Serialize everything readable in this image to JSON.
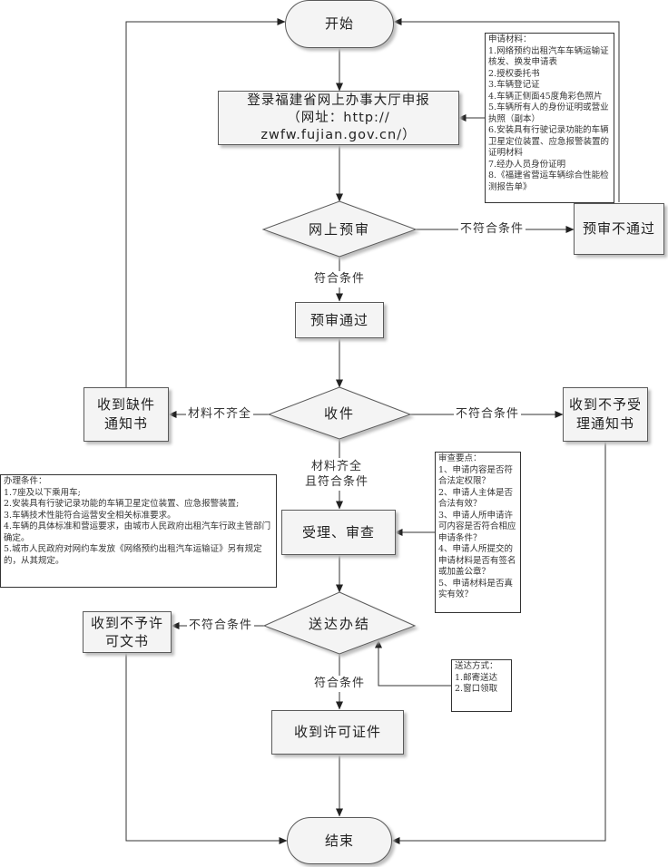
{
  "nodes": {
    "start": "开始",
    "login": [
      "登录福建省网上办事大厅申报",
      "（网址：http://",
      "zwfw.fujian.gov.cn/）"
    ],
    "online_review": "网上预审",
    "prereview_fail": "预审不通过",
    "prereview_pass": "预审通过",
    "receive": "收件",
    "missing_notice": [
      "收到缺件",
      "通知书"
    ],
    "reject_notice": [
      "收到不予受",
      "理通知书"
    ],
    "accept_review": "受理、审查",
    "deliver": "送达办结",
    "deny_doc": [
      "收到不予许",
      "可文书"
    ],
    "license": "收到许可证件",
    "end": "结束"
  },
  "labels": {
    "not_met_1": "不符合条件",
    "met_1": "符合条件",
    "incomplete": "材料不齐全",
    "not_met_2": "不符合条件",
    "complete_met": [
      "材料齐全",
      "且符合条件"
    ],
    "not_met_3": "不符合条件",
    "met_2": "符合条件"
  },
  "notes": {
    "materials": [
      "申请材料：",
      "1.网络预约出租汽车车辆运输证核发、换发申请表",
      "2.授权委托书",
      "3.车辆登记证",
      "4.车辆正侧面45度角彩色照片",
      "5.车辆所有人的身份证明或营业执照（副本）",
      "6.安装具有行驶记录功能的车辆卫星定位装置、应急报警装置的证明材料",
      "7.经办人员身份证明",
      "8.《福建省营运车辆综合性能检测报告单》"
    ],
    "conditions": [
      "办理条件：",
      "1.7座及以下乘用车;",
      "2.安装具有行驶记录功能的车辆卫星定位装置、应急报警装置;",
      "3.车辆技术性能符合运营安全相关标准要求。",
      "4.车辆的具体标准和营运要求，由城市人民政府出租汽车行政主管部门确定。",
      "5.城市人民政府对网约车发放《网络预约出租汽车运输证》另有规定的，从其规定。"
    ],
    "review_points": [
      "审查要点：",
      "1、申请内容是否符合法定权限？",
      "2、申请人主体是否合法有效？",
      "3、申请人所申请许可内容是否符合相应申请条件？",
      "4、申请人所提交的申请材料是否有签名或加盖公章？",
      "5、申请材料是否真实有效？"
    ],
    "delivery": [
      "送达方式：",
      "1.邮寄送达",
      "2.窗口领取"
    ]
  }
}
